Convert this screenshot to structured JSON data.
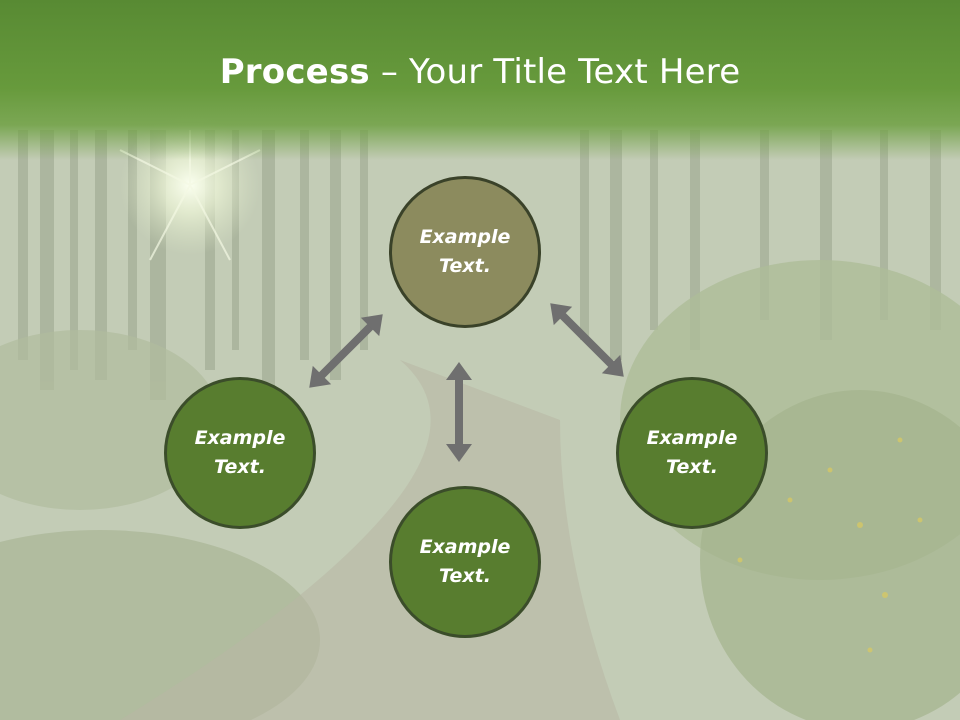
{
  "title": {
    "bold": "Process",
    "rest": " – Your Title Text Here"
  },
  "nodes": {
    "top": "Example\nText.",
    "left": "Example\nText.",
    "right": "Example\nText.",
    "bottom": "Example\nText."
  },
  "colors": {
    "header": "#679a3c",
    "top_node": "#8c8b5e",
    "nodes": "#587d2f",
    "node_border": "#3b4d2a",
    "arrows": "#6f6f6f"
  }
}
